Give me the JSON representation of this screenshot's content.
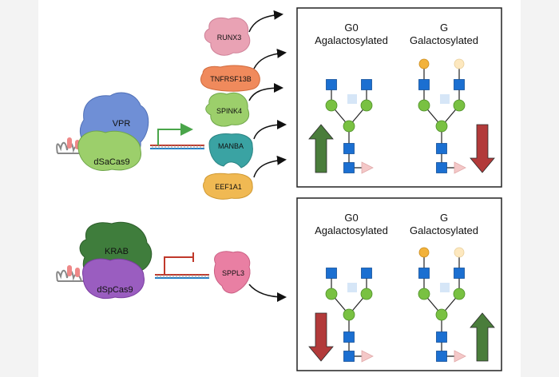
{
  "top": {
    "activator": "VPR",
    "cas": "dSaCas9",
    "genes": [
      "RUNX3",
      "TNFRSF13B",
      "SPINK4",
      "MANBA",
      "EEF1A1"
    ],
    "panel": {
      "g0_title": "G0",
      "g0_sub": "Agalactosylated",
      "g_title": "G",
      "g_sub": "Galactosylated",
      "g0_trend": "up",
      "g_trend": "down"
    }
  },
  "bottom": {
    "repressor": "KRAB",
    "cas": "dSpCas9",
    "gene": "SPPL3",
    "panel": {
      "g0_title": "G0",
      "g0_sub": "Agalactosylated",
      "g_title": "G",
      "g_sub": "Galactosylated",
      "g0_trend": "down",
      "g_trend": "up"
    }
  },
  "colors": {
    "vpr": "#6f8fd6",
    "dsacas9": "#9ccf6b",
    "krab": "#3f7d3c",
    "dspcas9": "#9a5dc0",
    "runx3": "#e9a2b4",
    "tnfrsf13b": "#f08a5c",
    "spink4": "#9ccf6b",
    "manba": "#3aa3a3",
    "eef1a1": "#f0b953",
    "sppl3": "#e97fa3",
    "glcnac": "#1b6fd1",
    "mannose": "#79c142",
    "fucose": "#f4c8c8",
    "galactose": "#f2b23b",
    "galactose_faint": "#fde8bf",
    "up_arrow": "#4a7d3b",
    "down_arrow": "#b23a3a",
    "activate_arrow": "#4aa54a",
    "repress_bar": "#c0392b"
  }
}
